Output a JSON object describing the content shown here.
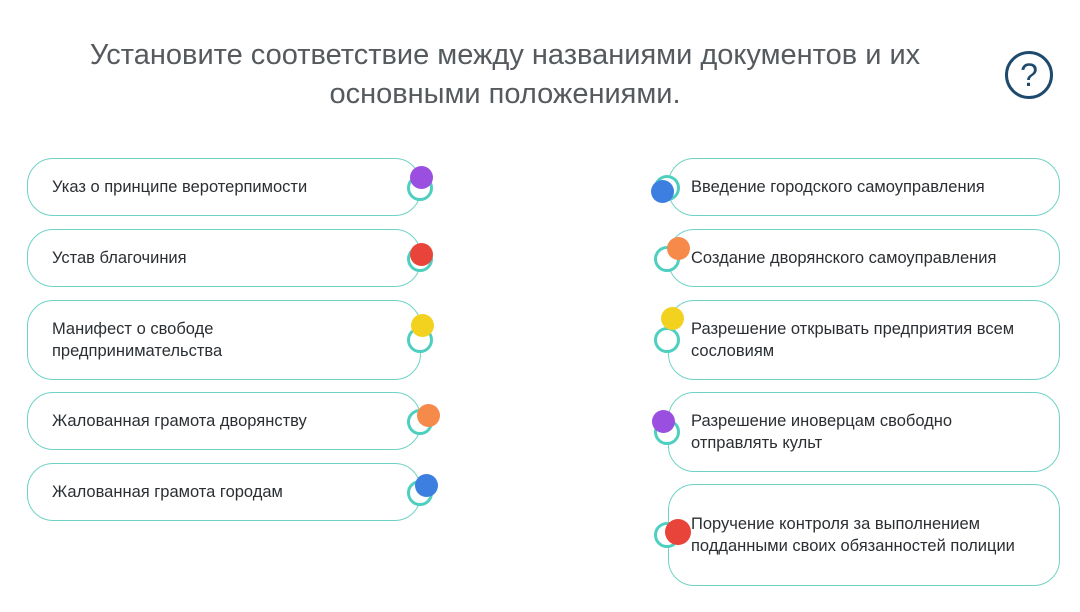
{
  "title": "Установите соответствие между названиями документов и их основными положениями.",
  "help_icon": "?",
  "left_items": [
    {
      "text": "Указ о принципе веротерпимости",
      "color": "#9b4fe0"
    },
    {
      "text": "Устав благочиния",
      "color": "#e8443a"
    },
    {
      "text": "Манифест о свободе предпринимательства",
      "color": "#f3d21f"
    },
    {
      "text": "Жалованная грамота дворянству",
      "color": "#f58a4a"
    },
    {
      "text": "Жалованная грамота городам",
      "color": "#3d7fe0"
    }
  ],
  "right_items": [
    {
      "text": "Введение городского самоуправления",
      "color": "#3d7fe0"
    },
    {
      "text": "Создание дворянского самоуправления",
      "color": "#f58a4a"
    },
    {
      "text": "Разрешение открывать предприятия всем сословиям",
      "color": "#f3d21f"
    },
    {
      "text": "Разрешение иноверцам свободно отправлять культ",
      "color": "#9b4fe0"
    },
    {
      "text": "Поручение контроля за выполнением подданными своих обязанностей полиции",
      "color": "#e8443a"
    }
  ],
  "colors": {
    "border": "#6fd2c6",
    "ring": "#4fcfbf",
    "help": "#1e4a6e"
  }
}
